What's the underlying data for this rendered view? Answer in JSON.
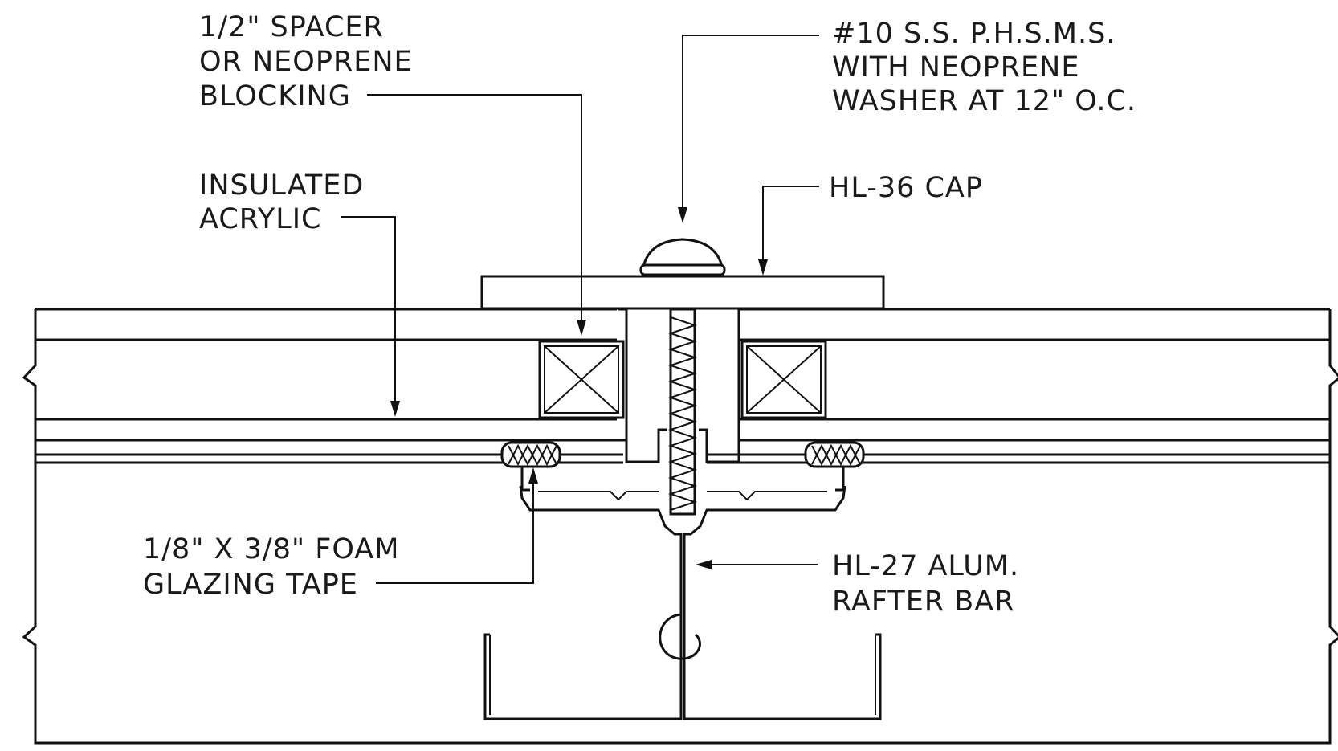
{
  "callouts": {
    "spacer": [
      "1/2\" SPACER",
      "OR NEOPRENE",
      "BLOCKING"
    ],
    "screw": [
      "#10 S.S. P.H.S.M.S.",
      "WITH NEOPRENE",
      "WASHER AT 12\" O.C."
    ],
    "acrylic": [
      "INSULATED",
      "ACRYLIC"
    ],
    "cap": [
      "HL-36 CAP"
    ],
    "tape": [
      "1/8\" X 3/8\" FOAM",
      "GLAZING TAPE"
    ],
    "rafter": [
      "HL-27 ALUM.",
      "RAFTER BAR"
    ]
  }
}
